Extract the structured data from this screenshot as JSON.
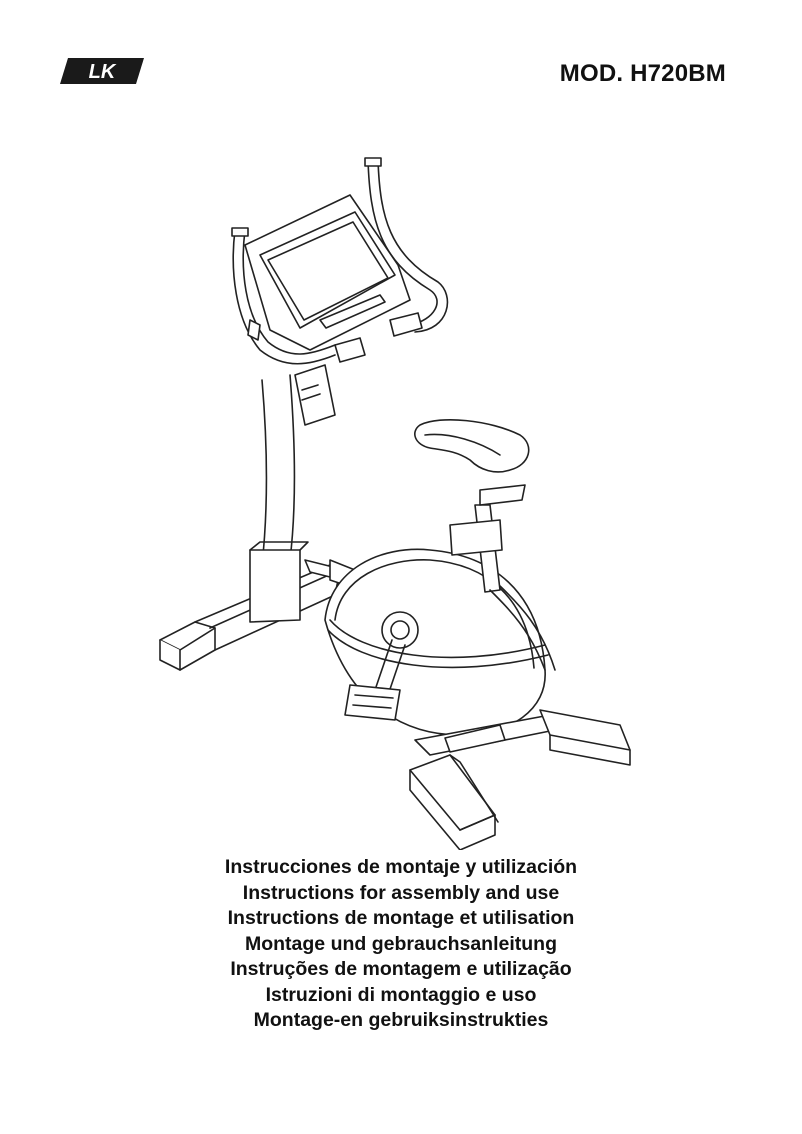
{
  "header": {
    "brand_logo_text": "LK",
    "model": "MOD. H720BM"
  },
  "illustration": {
    "icon": "exercise-bike-line-drawing"
  },
  "titles": [
    "Instrucciones de montaje y utilización",
    "Instructions for assembly and use",
    "Instructions de montage et utilisation",
    "Montage und gebrauchsanleitung",
    "Instruções de montagem e utilização",
    "Istruzioni di montaggio e uso",
    "Montage-en gebruiksinstrukties"
  ]
}
